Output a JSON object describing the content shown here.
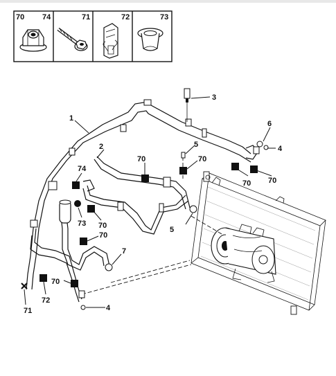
{
  "legend": {
    "cells": [
      {
        "codes": [
          "70",
          "74"
        ],
        "icon": "flanged-nut-icon"
      },
      {
        "codes": [
          "71"
        ],
        "icon": "bolt-icon"
      },
      {
        "codes": [
          "72"
        ],
        "icon": "clip-icon"
      },
      {
        "codes": [
          "73"
        ],
        "icon": "bush-icon"
      }
    ]
  },
  "callouts": {
    "c1": "1",
    "c2": "2",
    "c3": "3",
    "c4a": "4",
    "c4b": "4",
    "c5a": "5",
    "c5b": "5",
    "c6": "6",
    "c7": "7",
    "c70a": "70",
    "c70b": "70",
    "c70c": "70",
    "c70d": "70",
    "c70e": "70",
    "c70f": "70",
    "c70g": "70",
    "c71": "71",
    "c72": "72",
    "c73": "73",
    "c74": "74"
  },
  "icons": {
    "marker_square": "filled-square-marker",
    "marker_cross": "cross-marker",
    "marker_dot": "filled-dot-marker",
    "compressor": "ac-compressor-icon",
    "condenser": "condenser-icon"
  },
  "colors": {
    "ink": "#111111",
    "paper": "#ffffff"
  }
}
